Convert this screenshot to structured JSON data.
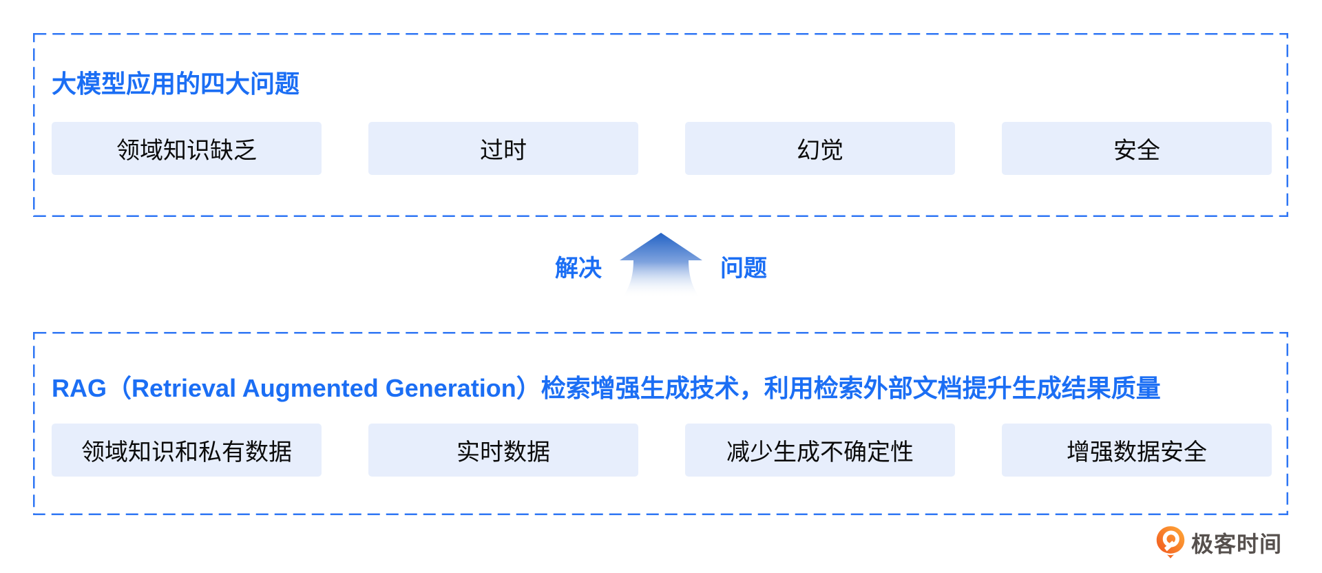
{
  "colors": {
    "accent_blue": "#1B6EF4",
    "dashed_border_blue": "#2F76F4",
    "card_bg": "#E7EEFC",
    "card_text": "#0B0B0B",
    "arrow_gradient_top": "#2463C5",
    "arrow_gradient_mid": "#7FA3DE",
    "logo_orange_light": "#FFAA38",
    "logo_orange_dark": "#F0511D",
    "logo_text_gray": "#56504D"
  },
  "top_panel": {
    "title": "大模型应用的四大问题",
    "items": [
      {
        "label": "领域知识缺乏"
      },
      {
        "label": "过时"
      },
      {
        "label": "幻觉"
      },
      {
        "label": "安全"
      }
    ]
  },
  "arrow": {
    "direction": "up",
    "left_label": "解决",
    "right_label": "问题"
  },
  "bottom_panel": {
    "title": "RAG（Retrieval Augmented Generation）检索增强生成技术，利用检索外部文档提升生成结果质量",
    "items": [
      {
        "label": "领域知识和私有数据"
      },
      {
        "label": "实时数据"
      },
      {
        "label": "减少生成不确定性"
      },
      {
        "label": "增强数据安全"
      }
    ]
  },
  "logo": {
    "text": "极客时间"
  }
}
